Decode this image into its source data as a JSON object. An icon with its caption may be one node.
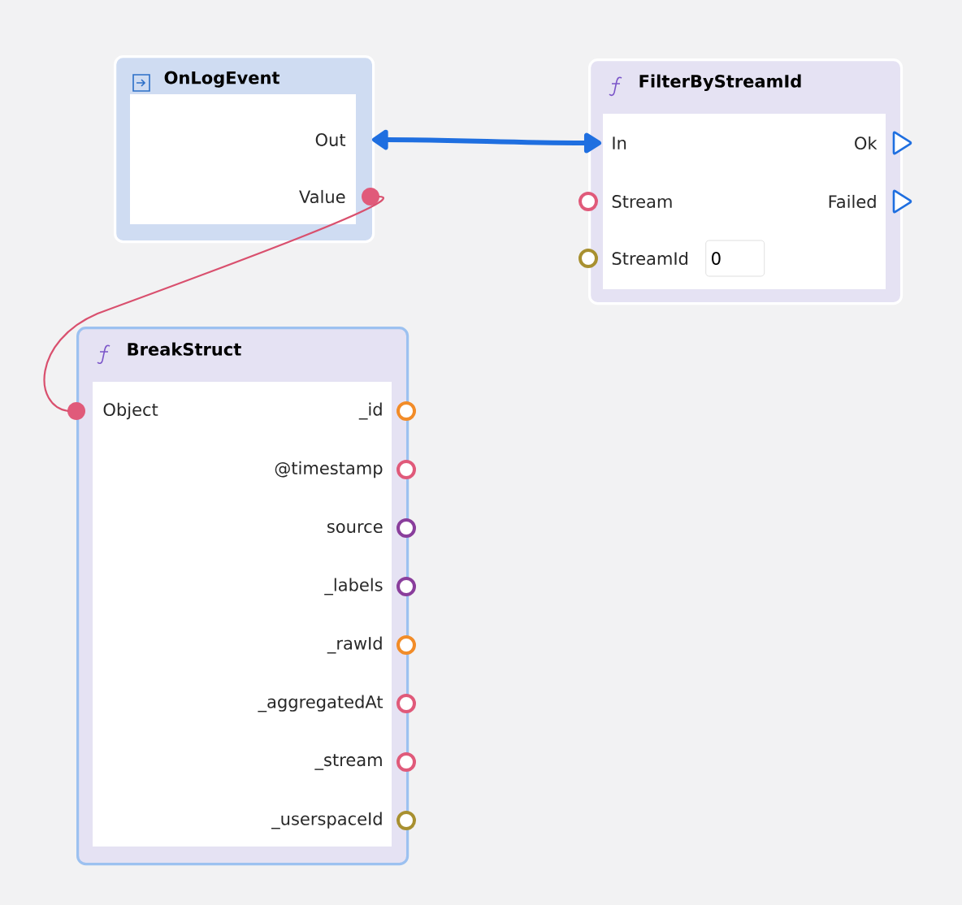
{
  "diagram": {
    "nodes": [
      {
        "text": [
          "OnLogEvent"
        ]
      },
      {
        "text": [
          "Out"
        ],
        "in": 0
      },
      {
        "text": [
          "Value"
        ],
        "in": 0
      },
      {
        "text": [
          "FilterByStreamId"
        ]
      },
      {
        "text": [
          "In"
        ],
        "in": 3
      },
      {
        "text": [
          "Ok"
        ],
        "in": 3
      },
      {
        "text": [
          "Stream"
        ],
        "in": 3
      },
      {
        "text": [
          "Failed"
        ],
        "in": 3
      },
      {
        "text": [
          "StreamId"
        ],
        "in": 3,
        "beside": [
          "0"
        ]
      },
      {
        "text": [
          "BreakStruct"
        ]
      },
      {
        "text": [
          "Object"
        ],
        "in": 9
      },
      {
        "text": [
          "_id"
        ],
        "in": 9
      },
      {
        "text": [
          "@timestamp"
        ],
        "in": 9
      },
      {
        "text": [
          "source"
        ],
        "in": 9
      },
      {
        "text": [
          "_labels"
        ],
        "in": 9
      },
      {
        "text": [
          "_rawId"
        ],
        "in": 9
      },
      {
        "text": [
          "_aggregatedAt"
        ],
        "in": 9
      },
      {
        "text": [
          "_stream"
        ],
        "in": 9
      },
      {
        "text": [
          "_userspaceId"
        ],
        "in": 9
      }
    ],
    "edges": [
      {
        "from": 1,
        "to": 4,
        "arrow": "both",
        "style": "thick",
        "color": "#1f6fe0"
      },
      {
        "from": 2,
        "to": 10,
        "arrow": "none",
        "color": "#d9506e"
      }
    ]
  }
}
